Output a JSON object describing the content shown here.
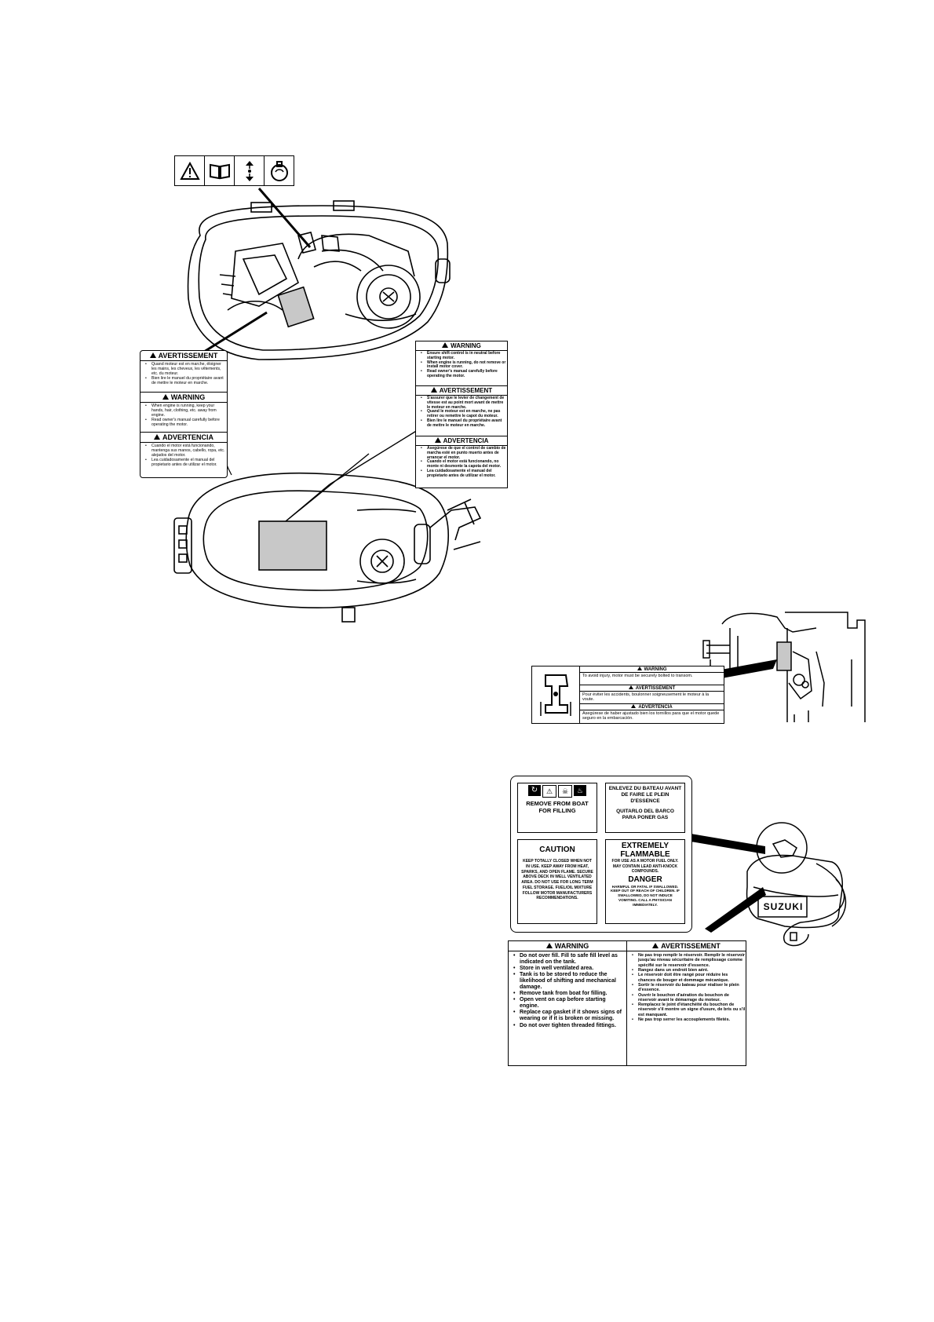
{
  "top_icons": [
    "warning-triangle-icon",
    "owner-manual-book-icon",
    "up-down-arrow-icon",
    "recoil-starter-icon"
  ],
  "label_left": {
    "sections": [
      {
        "heading": "AVERTISSEMENT",
        "items": [
          "Quand moteur est en marche, éloigner les mains, les cheveux, les vêtements, etc. du moteur.",
          "Bien lire le manuel du propriétaire avant de mettre le moteur en marche."
        ]
      },
      {
        "heading": "WARNING",
        "items": [
          "When engine is running, keep your hands, hair, clothing, etc. away from engine.",
          "Read owner's manual carefully before operating the motor."
        ]
      },
      {
        "heading": "ADVERTENCIA",
        "items": [
          "Cuando el motor está funcionando, mantenga sus manos, cabello, ropa, etc. alejados del motor.",
          "Lea cuidadosamente el manual del propietario antes de utilizar el motor."
        ]
      }
    ]
  },
  "label_right": {
    "sections": [
      {
        "heading": "WARNING",
        "items": [
          "Ensure shift control is in neutral before starting motor.",
          "When engine is running, do not remove or install motor cover.",
          "Read owner's manual carefully before operating the motor."
        ]
      },
      {
        "heading": "AVERTISSEMENT",
        "items": [
          "S'assurer que le levier de changement de vitesse est au point mort avant de mettre le moteur en marche.",
          "Quand le moteur est en marche, ne pas retirer ou remettre le capot du moteur.",
          "Bien lire le manuel du propriétaire avant de mettre le moteur en marche."
        ]
      },
      {
        "heading": "ADVERTENCIA",
        "items": [
          "Asegúrese de que el control de cambio de marcha esté en punto muerto antes de arrancar el motor.",
          "Cuando el motor está funcionando, no monte ni desmonte la capota del motor.",
          "Lea cuidadosamente el manual del propietario antes de utilizar el motor."
        ]
      }
    ]
  },
  "clamp_label": {
    "warning_heading": "WARNING",
    "warning_text": "To avoid injury, motor must be securely bolted to transom.",
    "avert_heading": "AVERTISSEMENT",
    "avert_text": "Pour éviter les accidents, boulonner soigneusement le moteur à la voute.",
    "advert_heading": "ADVERTENCIA",
    "advert_text": "Asegúrese de haber ajustado bien los tornillos para que el motor quede seguro en la embarcación."
  },
  "tank_label": {
    "remove_en": "REMOVE FROM BOAT\nFOR FILLING",
    "remove_fr": "ENLEVEZ DU BATEAU AVANT\nDE FAIRE LE PLEIN D'ESSENCE",
    "remove_es": "QUITARLO DEL BARCO\nPARA PONER GAS",
    "caution_heading": "CAUTION",
    "caution_text": "KEEP TOTALLY CLOSED WHEN NOT IN USE. KEEP AWAY FROM HEAT, SPARKS, AND OPEN FLAME. SECURE ABOVE DECK IN WELL VENTILATED AREA. DO NOT USE FOR LONG TERM FUEL STORAGE. FUEL/OIL MIXTURE FOLLOW MOTOR MANUFACTURERS RECOMMENDATIONS.",
    "flammable_heading": "EXTREMELY\nFLAMMABLE",
    "flammable_text": "FOR USE AS A MOTOR FUEL ONLY. MAY CONTAIN LEAD ANTI-KNOCK COMPOUNDS.",
    "danger_heading": "DANGER",
    "danger_text": "HARMFUL OR FATAL IF SWALLOWED. KEEP OUT OF REACH OF CHILDREN. IF SWALLOWED, DO NOT INDUCE VOMITING. CALL A PHYSICIAN IMMEDIATELY."
  },
  "tank_warning": {
    "en_heading": "WARNING",
    "en_items": [
      "Do not over fill. Fill to safe fill level as indicated on the tank.",
      "Store in well ventilated area.",
      "Tank is to be stored to reduce the likelihood of shifting and mechanical damage.",
      "Remove tank from boat for filling.",
      "Open vent on cap before starting engine.",
      "Replace cap gasket if it shows signs of wearing or if it is broken or missing.",
      "Do not over tighten threaded fittings."
    ],
    "fr_heading": "AVERTISSEMENT",
    "fr_items": [
      "Ne pas trop remplir le réservoir. Remplir le réservoir jusqu'au niveau sécuritaire de remplissage comme spécifié sur le reservoir d'essence.",
      "Rangez dans un endroit bien aéré.",
      "Le réservoir doit être rangé pour réduire les chances de bouger et dommage mécanique.",
      "Sortir le réservoir du bateau pour réaliser le plein d'essence.",
      "Ouvrir le bouchon d'aération du bouchon de réservoir avant le démarrage du moteur.",
      "Remplacez le joint d'étanchéité du bouchon de réservoir s'il montre un signe d'usure, de bris ou s'il est manquant.",
      "Ne pas trop serrer les accouplements filetés."
    ]
  },
  "tank_brand": "SUZUKI"
}
